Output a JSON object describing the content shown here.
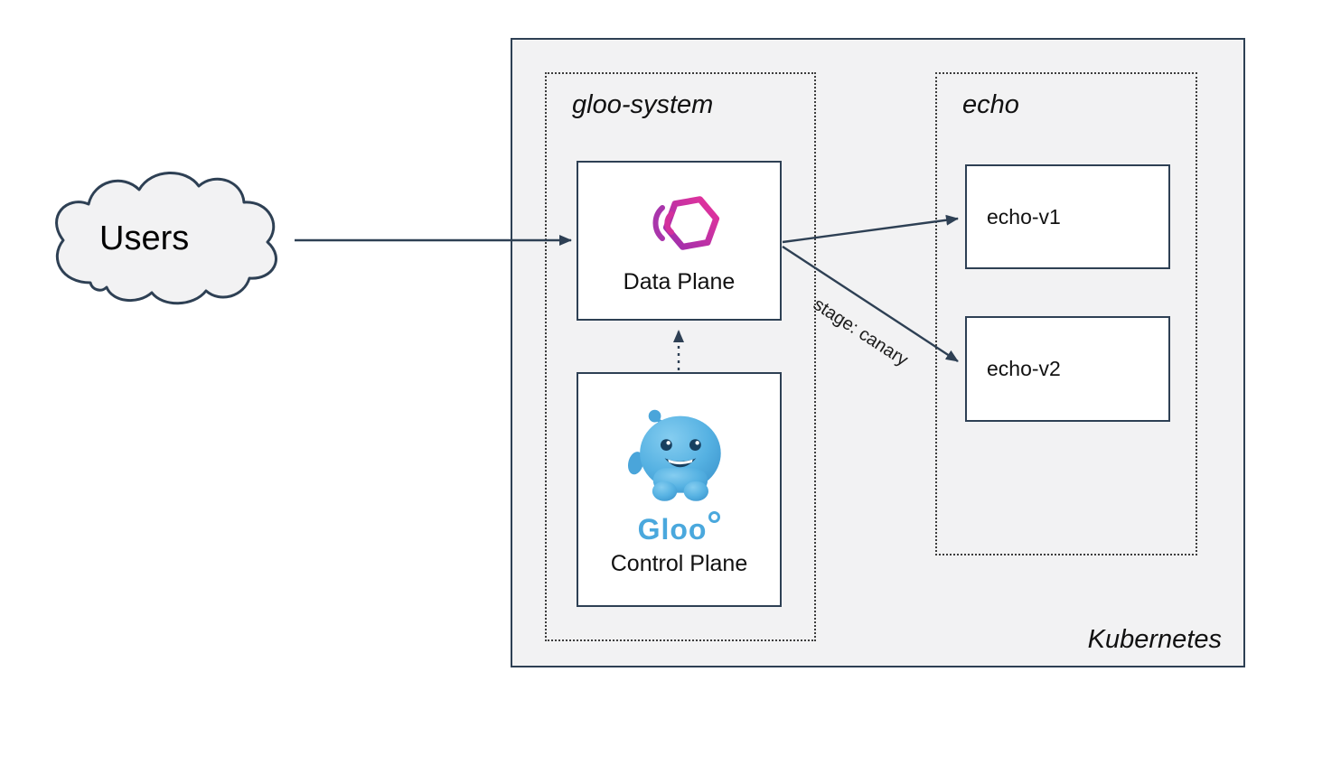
{
  "diagram": {
    "users_label": "Users",
    "kubernetes": {
      "label": "Kubernetes"
    },
    "namespaces": {
      "gloo_system": {
        "label": "gloo-system"
      },
      "echo": {
        "label": "echo"
      }
    },
    "nodes": {
      "data_plane": {
        "label": "Data Plane",
        "icon": "gloo-gateway-hexagon-icon"
      },
      "control_plane": {
        "label": "Control Plane",
        "logo_text": "Gloo",
        "icon": "gloo-mascot-icon"
      },
      "echo_v1": {
        "label": "echo-v1"
      },
      "echo_v2": {
        "label": "echo-v2"
      }
    },
    "edges": {
      "users_to_data_plane": {
        "style": "solid"
      },
      "data_plane_to_echo_v1": {
        "style": "solid"
      },
      "data_plane_to_echo_v2": {
        "style": "solid",
        "label": "stage: canary"
      },
      "control_plane_to_data_plane": {
        "style": "dotted"
      },
      "canary_label": "stage: canary"
    },
    "icons": {
      "users_cloud": "cloud-shape",
      "gloo_gateway": "pink-hexagon-logo",
      "gloo_mascot": "blue-blob-mascot"
    },
    "colors": {
      "outline": "#2e4054",
      "cluster_fill": "#f2f2f3",
      "gloo_pink": "#e8339a",
      "gloo_purple": "#9b2fae",
      "gloo_blue": "#4aa8dd",
      "text": "#111111"
    }
  }
}
